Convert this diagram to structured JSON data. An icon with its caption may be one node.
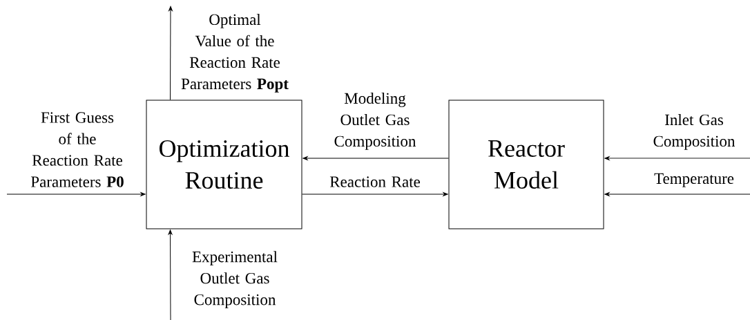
{
  "diagram": {
    "nodes": [
      {
        "text": [
          "Optimization Routine"
        ]
      },
      {
        "text": [
          "Reactor Model"
        ]
      }
    ],
    "edges": [
      {
        "from": null,
        "to": 0,
        "arrow": "to",
        "label": "First Guess of the Reaction Rate Parameters **P0**"
      },
      {
        "from": 0,
        "to": null,
        "arrow": "to",
        "label": "Optimal Value of the Reaction Rate Parameters **Popt**"
      },
      {
        "from": null,
        "to": 0,
        "arrow": "to",
        "label": "Experimental Outlet Gas Composition"
      },
      {
        "from": 1,
        "to": 0,
        "arrow": "to",
        "label": "Modeling Outlet Gas Composition"
      },
      {
        "from": 0,
        "to": 1,
        "arrow": "to",
        "label": "Reaction Rate"
      },
      {
        "from": null,
        "to": 1,
        "arrow": "to",
        "label": "Inlet Gas Composition"
      },
      {
        "from": null,
        "to": 1,
        "arrow": "to",
        "label": "Temperature"
      }
    ]
  }
}
